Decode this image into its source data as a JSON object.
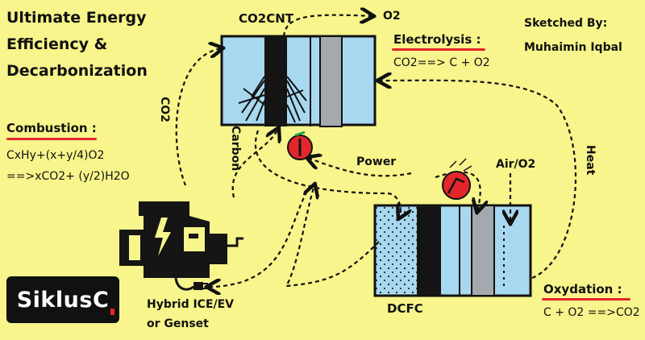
{
  "title": [
    "Ultimate Energy",
    "Efficiency &",
    "Decarbonization"
  ],
  "combustion": {
    "heading": "Combustion :",
    "line1": "CxHy+(x+y/4)O2",
    "line2": "==>xCO2+ (y/2)H2O"
  },
  "author": {
    "line1": "Sketched By:",
    "line2": "Muhaimin Iqbal"
  },
  "electrolysis_cell": {
    "name": "CO2CNT",
    "o2_output": "O2"
  },
  "electrolysis": {
    "heading": "Electrolysis :",
    "equation": "CO2==> C + O2"
  },
  "labels": {
    "co2": "CO2",
    "carbon": "Carbon",
    "power": "Power",
    "air_o2": "Air/O2",
    "heat": "Heat"
  },
  "fuel_cell": {
    "name": "DCFC"
  },
  "oxydation": {
    "heading": "Oxydation :",
    "equation": "C + O2 ==>CO2"
  },
  "engine": {
    "line1": "Hybrid ICE/EV",
    "line2": "or Genset"
  },
  "logo": "SiklusC",
  "colors": {
    "background": "#f7f58b",
    "cell_blue": "#a8d8f0",
    "electrode_grey": "#a3a9ad",
    "electrode_black": "#151515",
    "accent_red": "#e3262c",
    "accent_green": "#27a348"
  }
}
